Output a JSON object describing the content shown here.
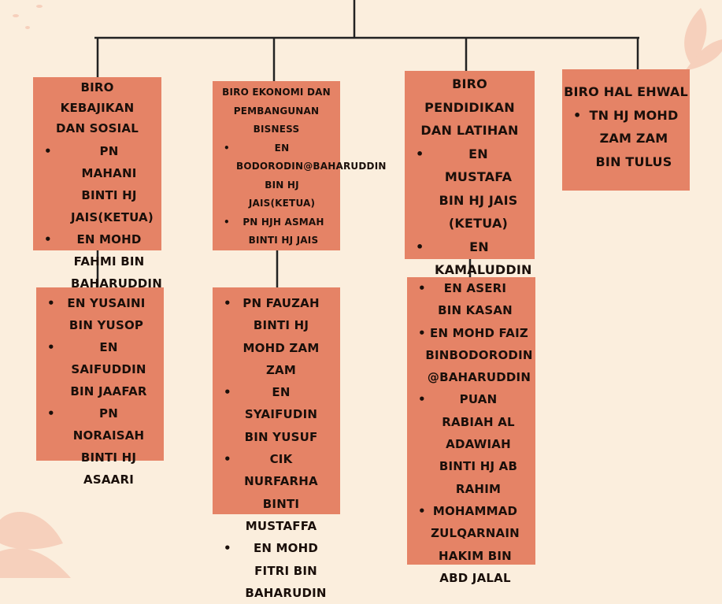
{
  "bureaus": [
    {
      "title": "BIRO KEBAJIKAN DAN SOSIAL",
      "members": [
        "PN MAHANI BINTI HJ JAIS(KETUA)",
        "EN MOHD FAHMI BIN BAHARUDDIN"
      ],
      "sub_members": [
        "EN YUSAINI BIN YUSOP",
        "EN SAIFUDDIN BIN JAAFAR",
        "PN NORAISAH BINTI HJ ASAARI"
      ]
    },
    {
      "title": "BIRO EKONOMI DAN PEMBANGUNAN BISNESS",
      "members": [
        "EN BODORODIN@BAHARUDDIN BIN HJ JAIS(KETUA)",
        "PN HJH ASMAH BINTI HJ JAIS"
      ],
      "sub_members": [
        "PN FAUZAH BINTI HJ MOHD ZAM ZAM",
        "EN SYAIFUDIN BIN YUSUF",
        "CIK NURFARHA BINTI MUSTAFFA",
        "EN MOHD FITRI BIN BAHARUDIN"
      ]
    },
    {
      "title": "BIRO PENDIDIKAN DAN LATIHAN",
      "members": [
        "EN MUSTAFA BIN HJ JAIS (KETUA)",
        "EN KAMALUDDIN BIN HJ JAIS"
      ],
      "sub_members": [
        "EN ASERI BIN KASAN",
        "EN MOHD FAIZ BINBODORODIN @BAHARUDDIN",
        "PUAN RABIAH AL ADAWIAH BINTI HJ AB RAHIM",
        "MOHAMMAD ZULQARNAIN HAKIM BIN ABD JALAL"
      ]
    },
    {
      "title": "BIRO HAL EHWAL",
      "members": [
        "TN HJ MOHD ZAM ZAM BIN TULUS"
      ]
    }
  ],
  "colors": {
    "background": "#fbeedd",
    "box": "#e58366",
    "text": "#1a0f0a",
    "line": "#222222",
    "decor": "#f4c4b0"
  }
}
